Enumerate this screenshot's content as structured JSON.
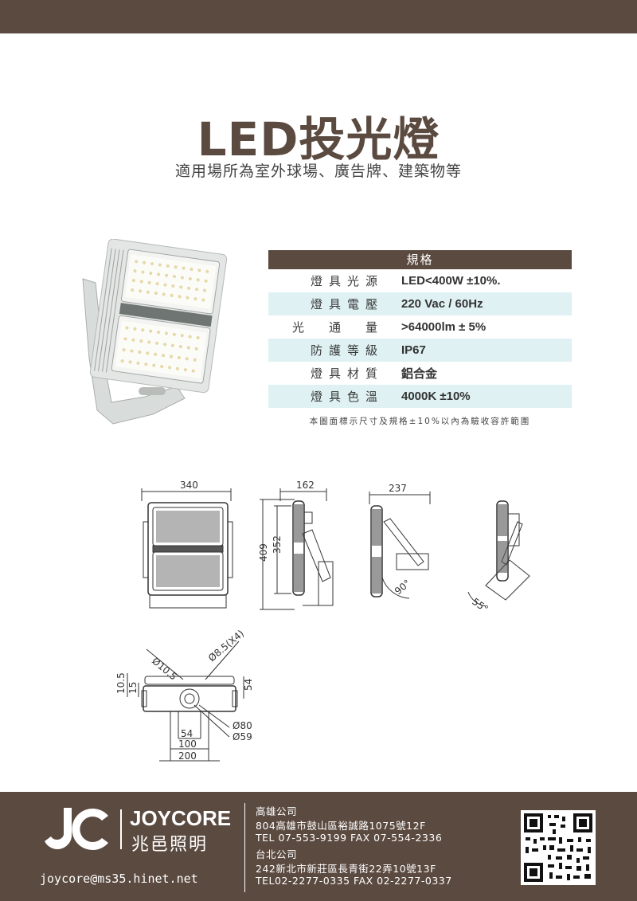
{
  "header": {
    "title": "LED投光燈",
    "subtitle": "適用場所為室外球場、廣告牌、建築物等"
  },
  "spec": {
    "heading": "規格",
    "rows": [
      {
        "label": "燈具光源",
        "value": "LED<400W ±10%."
      },
      {
        "label": "燈具電壓",
        "value": "220 Vac / 60Hz"
      },
      {
        "label": "光　通　量",
        "value": ">64000lm ± 5%"
      },
      {
        "label": "防護等級",
        "value": "IP67"
      },
      {
        "label": "燈具材質",
        "value": "鋁合金"
      },
      {
        "label": "燈具色溫",
        "value": "4000K ±10%"
      }
    ],
    "note": "本圖面標示尺寸及規格±10%以內為驗收容許範圍"
  },
  "dimensions": {
    "front_width": "340",
    "side_depth": "162",
    "side_height_total": "409",
    "side_height_body": "352",
    "tilt_width": "237",
    "tilt_angle": "90°",
    "tilt_angle_2": "55°",
    "hole_a": "Ø10.5",
    "hole_b": "Ø8.5(X4)",
    "h_10_5": "10.5",
    "h_15": "15",
    "h_54": "54",
    "w_54": "54",
    "w_100": "100",
    "w_200": "200",
    "d_80": "Ø80",
    "d_59": "Ø59"
  },
  "footer": {
    "brand_en": "JOYCORE",
    "brand_zh": "兆邑照明",
    "email": "joycore@ms35.hinet.net",
    "addresses": [
      "高雄公司",
      "804高雄市鼓山區裕誠路1075號12F",
      "TEL 07-553-9199  FAX 07-554-2336",
      "台北公司",
      "242新北市新莊區長青街22弄10號13F",
      "TEL02-2277-0335 FAX 02-2277-0337"
    ]
  },
  "colors": {
    "brand_brown": "#5b4a40",
    "row_highlight": "#dff1f3"
  }
}
